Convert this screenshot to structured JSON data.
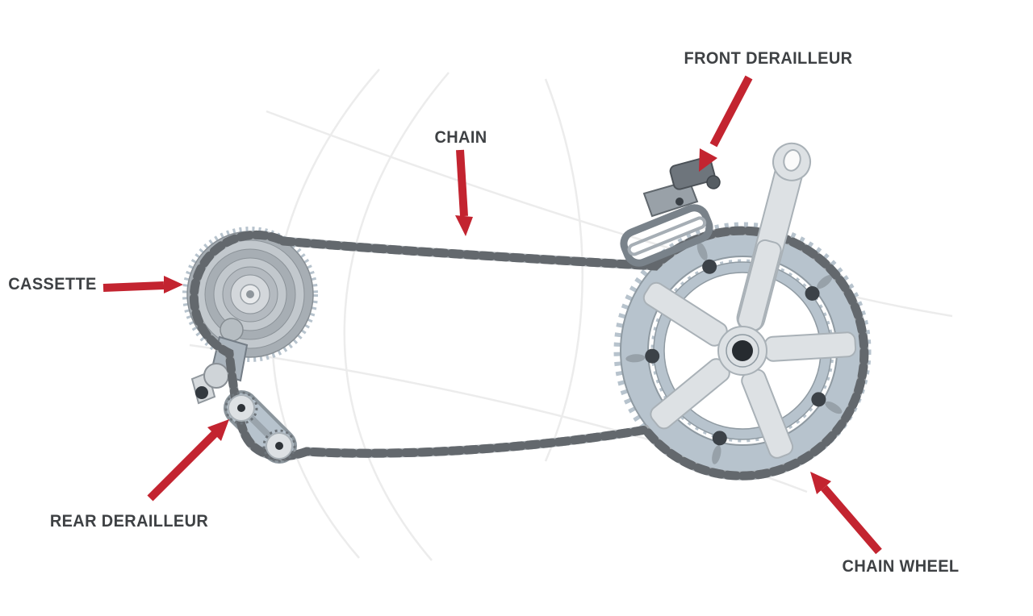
{
  "palette": {
    "background": "#ffffff",
    "arrow_red": "#c32430",
    "label_text": "#3e4144",
    "gear_gray": "#b7c3cd",
    "gear_outline": "#8f9aa2",
    "metal_light": "#dde1e4",
    "chain_dark": "#63686d",
    "chain_light": "#a2a8ad"
  },
  "annotations": [
    {
      "id": "front-derailleur",
      "text": "FRONT DERAILLEUR",
      "arrow_direction": "down-left"
    },
    {
      "id": "chain",
      "text": "CHAIN",
      "arrow_direction": "down"
    },
    {
      "id": "cassette",
      "text": "CASSETTE",
      "arrow_direction": "right"
    },
    {
      "id": "rear-derailleur",
      "text": "REAR DERAILLEUR",
      "arrow_direction": "up-right"
    },
    {
      "id": "chain-wheel",
      "text": "CHAIN WHEEL",
      "arrow_direction": "up-left"
    }
  ]
}
